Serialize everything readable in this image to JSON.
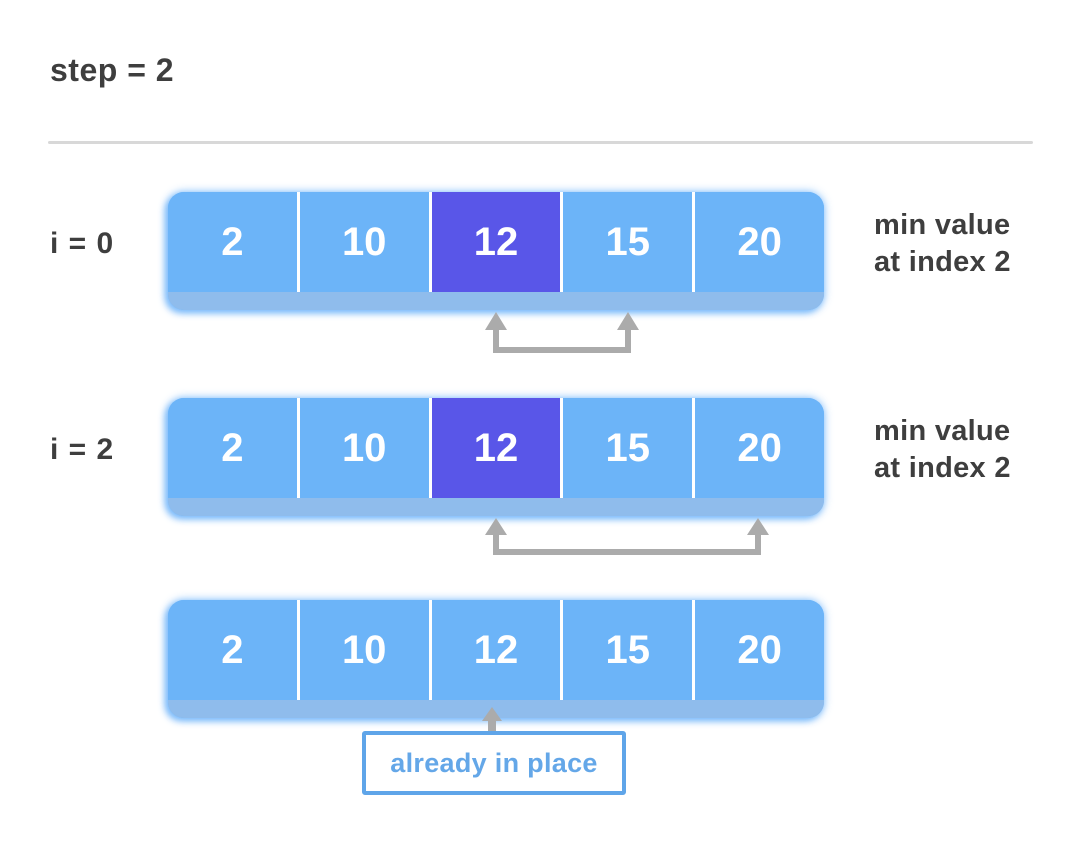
{
  "title": "step = 2",
  "colors": {
    "cell_blue": "#6cb4f8",
    "cell_highlight_purple": "#5956e8",
    "array_base_strip": "#8fbcec",
    "arrow_gray": "#ababab",
    "text_dark": "#3e3e3e",
    "callout_blue": "#64a7e8",
    "divider_gray": "#d8d8d8"
  },
  "rows": [
    {
      "label": "i = 0",
      "values": [
        "2",
        "10",
        "12",
        "15",
        "20"
      ],
      "highlight_index": 2,
      "annotation_line1": "min value",
      "annotation_line2": "at index 2",
      "bracket": {
        "from_value": "12",
        "to_value": "15"
      }
    },
    {
      "label": "i = 2",
      "values": [
        "2",
        "10",
        "12",
        "15",
        "20"
      ],
      "highlight_index": 2,
      "annotation_line1": "min value",
      "annotation_line2": "at index 2",
      "bracket": {
        "from_value": "12",
        "to_value": "20"
      }
    },
    {
      "label": "",
      "values": [
        "2",
        "10",
        "12",
        "15",
        "20"
      ],
      "highlight_index": null,
      "pointer_value": "12",
      "callout": "already in place"
    }
  ]
}
